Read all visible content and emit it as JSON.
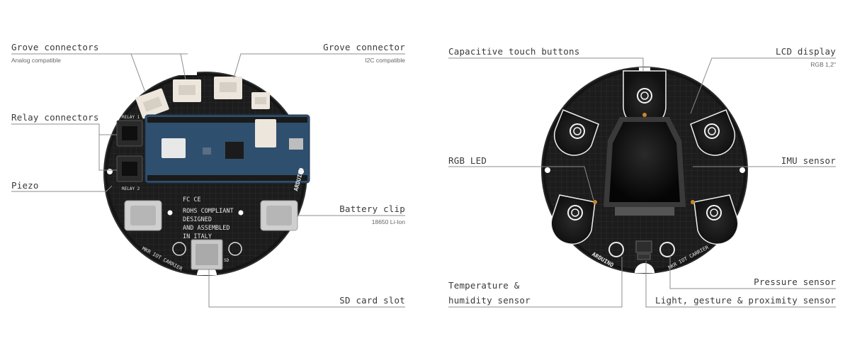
{
  "colors": {
    "line": "#8c8c8c",
    "text": "#3a3a3a",
    "pcb": "#1c1c1c",
    "pcb_edge": "#2a2a2a",
    "header": "#2f4f6e",
    "connector": "#ece6dc"
  },
  "left_board": {
    "silkscreen": {
      "fcc": "FC CE",
      "rohs": "ROHS COMPLIANT",
      "designed": "DESIGNED",
      "assembled": "AND ASSEMBLED",
      "italy": "IN ITALY",
      "brand": "ARDUINO",
      "mkr": "MKR IOT CARRIER",
      "relay1": "RELAY 1",
      "relay2": "RELAY 2",
      "sd": "SD"
    },
    "callouts": {
      "grove_connectors": {
        "title": "Grove connectors",
        "sub": "Analog compatible"
      },
      "grove_connector": {
        "title": "Grove connector",
        "sub": "I2C compatible"
      },
      "relay_connectors": {
        "title": "Relay connectors"
      },
      "piezo": {
        "title": "Piezo"
      },
      "battery_clip": {
        "title": "Battery clip",
        "sub": "18650 Li-Ion"
      },
      "sd_card_slot": {
        "title": "SD card slot"
      }
    }
  },
  "right_board": {
    "silkscreen": {
      "brand": "ARDUINO",
      "mkr": "MKR IOT CARRIER"
    },
    "callouts": {
      "capacitive_touch": {
        "title": "Capacitive touch buttons"
      },
      "lcd_display": {
        "title": "LCD display",
        "sub": "RGB 1,2\""
      },
      "rgb_led": {
        "title": "RGB LED"
      },
      "imu_sensor": {
        "title": "IMU sensor"
      },
      "temp_humidity_1": {
        "title": "Temperature &"
      },
      "temp_humidity_2": {
        "title": "humidity sensor"
      },
      "pressure_sensor": {
        "title": "Pressure sensor"
      },
      "light_gesture": {
        "title": "Light, gesture & proximity sensor"
      }
    }
  }
}
